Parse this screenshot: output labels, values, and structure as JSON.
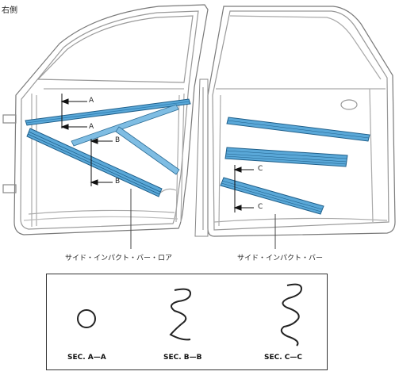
{
  "header": {
    "side_label": "右側"
  },
  "callouts": {
    "front_bar": "サイド・インパクト・バー・ロア",
    "rear_bar": "サイド・インパクト・バー"
  },
  "markers": {
    "a1": "A",
    "a2": "A",
    "b1": "B",
    "b2": "B",
    "c1": "C",
    "c2": "C"
  },
  "sections": [
    {
      "label": "SEC. A—A",
      "shape": "circle"
    },
    {
      "label": "SEC. B—B",
      "shape": "wave-3"
    },
    {
      "label": "SEC. C—C",
      "shape": "wave-4"
    }
  ],
  "colors": {
    "bar_fill": "#5aa8d8",
    "bar_dark": "#1f5f8a",
    "outline": "#6a6a6a"
  }
}
